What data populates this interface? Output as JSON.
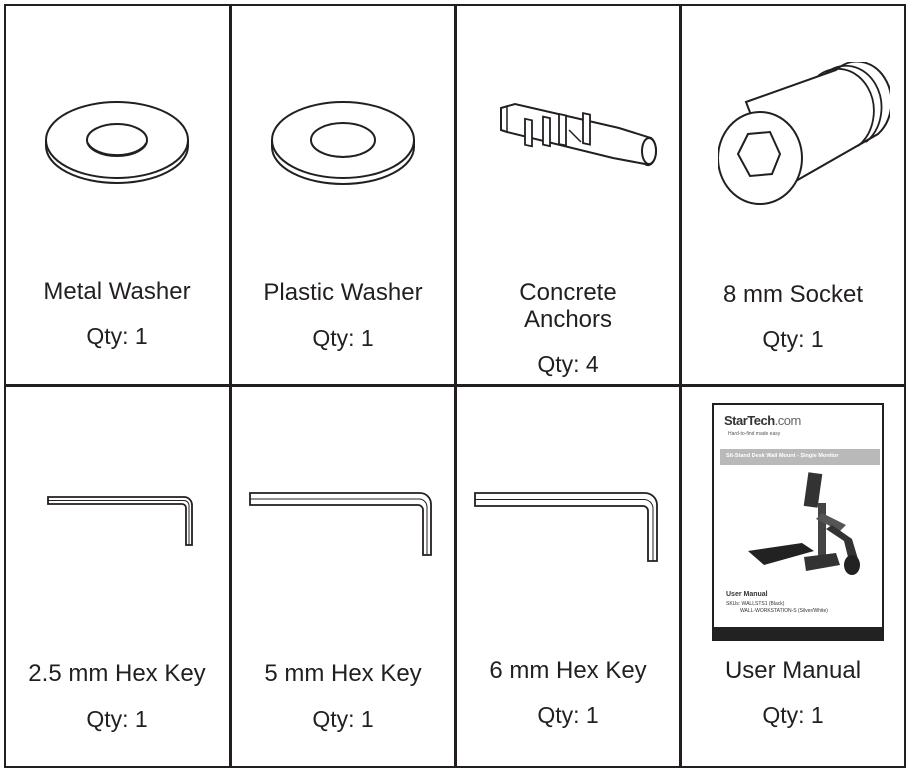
{
  "items": [
    {
      "name": "Metal Washer",
      "qty": "Qty: 1"
    },
    {
      "name": "Plastic Washer",
      "qty": "Qty: 1"
    },
    {
      "name": "Concrete Anchors",
      "name_line1": "Concrete",
      "name_line2": "Anchors",
      "qty": "Qty: 4"
    },
    {
      "name": "8 mm Socket",
      "qty": "Qty: 1"
    },
    {
      "name": "2.5 mm Hex Key",
      "qty": "Qty: 1"
    },
    {
      "name": "5 mm Hex Key",
      "qty": "Qty: 1"
    },
    {
      "name": "6 mm Hex Key",
      "qty": "Qty: 1"
    },
    {
      "name": "User Manual",
      "qty": "Qty: 1"
    }
  ],
  "manual_cover": {
    "brand": "StarTech",
    "brand_suffix": ".com",
    "tagline": "Hard-to-find made easy",
    "title": "Sit-Stand Desk Wall Mount - Single Monitor",
    "subtitle": "User Manual",
    "sku_line1": "SKUs: WALLSTS1 (Black)",
    "sku_line2": "WALL-WORKSTATION-S (Silver/White)"
  },
  "colors": {
    "line": "#231f20",
    "background": "#ffffff"
  }
}
